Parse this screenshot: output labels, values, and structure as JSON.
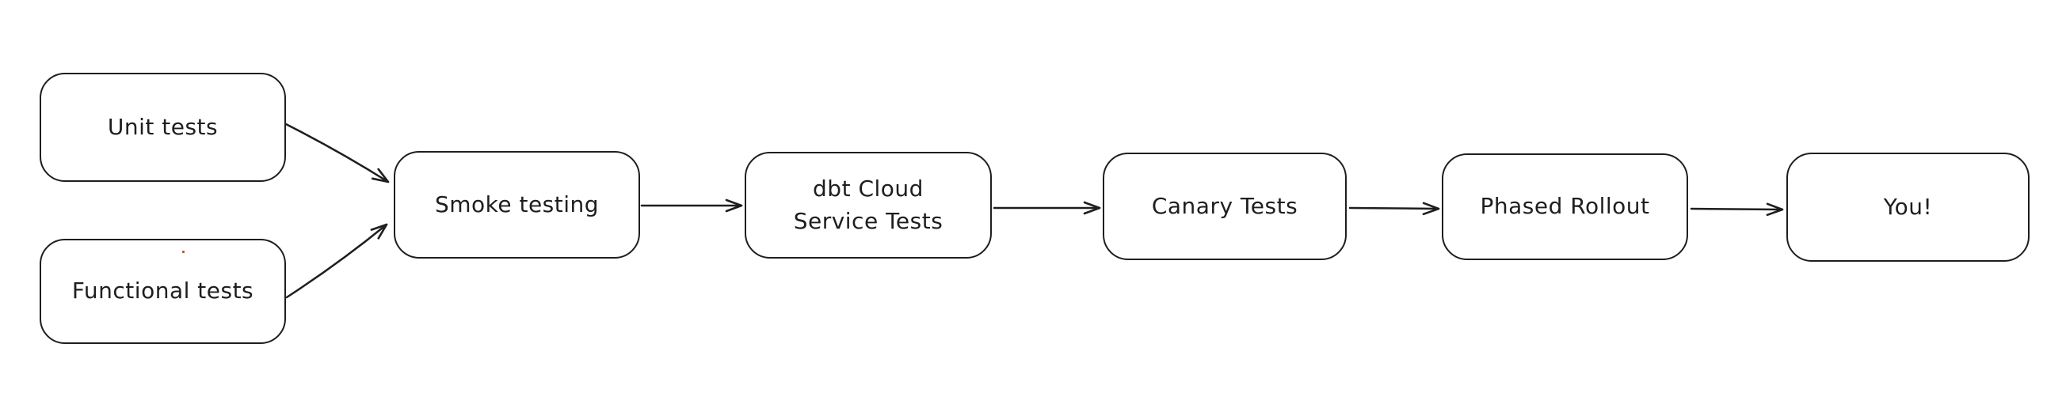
{
  "diagram": {
    "type": "flowchart",
    "style": "hand-drawn",
    "colors": {
      "background": "#ffffff",
      "stroke": "#1e1e1e",
      "node_fill": "#ffffff",
      "artifact_dot": "#cc4439"
    },
    "nodes": [
      {
        "id": "unit-tests",
        "label": "Unit tests"
      },
      {
        "id": "functional-tests",
        "label": "Functional tests"
      },
      {
        "id": "smoke-testing",
        "label": "Smoke testing"
      },
      {
        "id": "dbt-cloud-service-tests",
        "label": "dbt Cloud\nService Tests"
      },
      {
        "id": "canary-tests",
        "label": "Canary Tests"
      },
      {
        "id": "phased-rollout",
        "label": "Phased Rollout"
      },
      {
        "id": "you",
        "label": "You!"
      }
    ],
    "edges": [
      {
        "from": "unit-tests",
        "to": "smoke-testing"
      },
      {
        "from": "functional-tests",
        "to": "smoke-testing"
      },
      {
        "from": "smoke-testing",
        "to": "dbt-cloud-service-tests"
      },
      {
        "from": "dbt-cloud-service-tests",
        "to": "canary-tests"
      },
      {
        "from": "canary-tests",
        "to": "phased-rollout"
      },
      {
        "from": "phased-rollout",
        "to": "you"
      }
    ]
  }
}
